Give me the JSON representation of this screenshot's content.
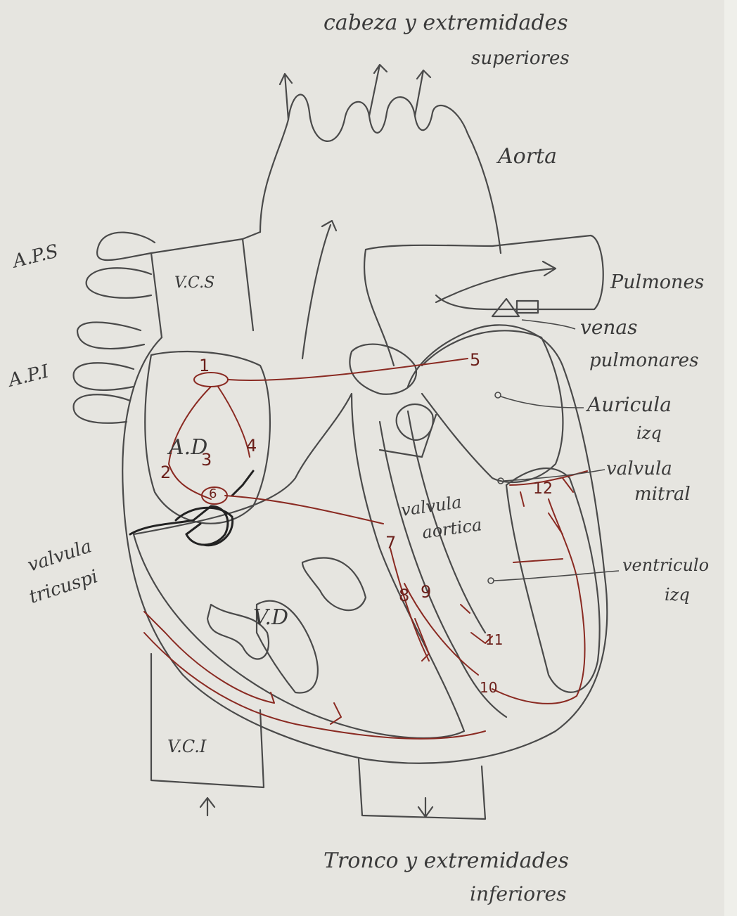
{
  "colors": {
    "paper": "#e6e5e0",
    "ink": "#444444",
    "conduction": "#8a2a22"
  },
  "labels": {
    "top_line1": "cabeza y extremidades",
    "top_line2": "superiores",
    "aorta": "Aorta",
    "pulmones": "Pulmones",
    "venas1": "venas",
    "venas2": "pulmonares",
    "auricula1": "Auricula",
    "auricula2": "izq",
    "mitral1": "valvula",
    "mitral2": "mitral",
    "ventriculo1": "ventriculo",
    "ventriculo2": "izq",
    "aortica1": "valvula",
    "aortica2": "aortica",
    "tricuspide1": "valvula",
    "tricuspide2": "tricuspi",
    "aps": "A.P.S",
    "api": "A.P.I",
    "vcs": "V.C.S",
    "vci": "V.C.I",
    "ad": "A.D",
    "vd": "V.D",
    "bottom_line1": "Tronco y extremidades",
    "bottom_line2": "inferiores"
  },
  "conduction_numbers": [
    "1",
    "2",
    "3",
    "4",
    "5",
    "6",
    "7",
    "8",
    "9",
    "10",
    "11",
    "12"
  ]
}
